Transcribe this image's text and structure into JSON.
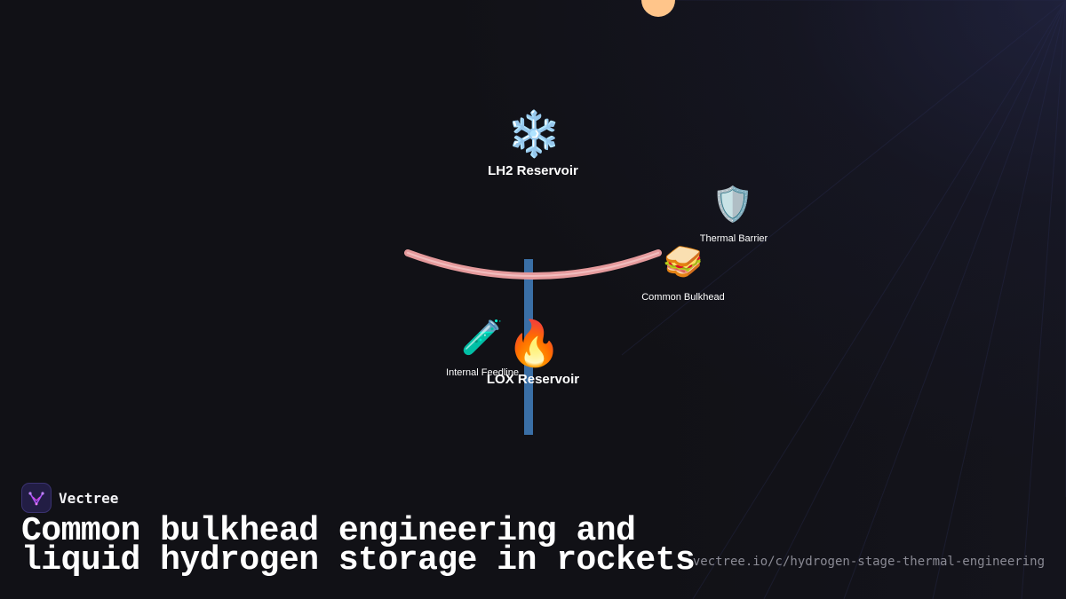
{
  "diagram": {
    "nodes": {
      "lh2": {
        "icon": "❄️",
        "icon_name": "snowflake-icon",
        "label": "LH2 Reservoir"
      },
      "lox": {
        "icon": "🔥",
        "icon_name": "fire-icon",
        "label": "LOX Reservoir"
      },
      "thermal_barrier": {
        "icon": "🛡️",
        "icon_name": "shield-icon",
        "label": "Thermal Barrier"
      },
      "common_bulkhead": {
        "icon": "🥪",
        "icon_name": "sandwich-icon",
        "label": "Common Bulkhead"
      },
      "internal_feedline": {
        "icon": "🧪",
        "icon_name": "test-tube-icon",
        "label": "Internal Feedline"
      }
    },
    "colors": {
      "bulkhead": "#e59a9c",
      "feedline": "#3a6fa6",
      "sun": "#ffc58a",
      "background": "#111116"
    }
  },
  "footer": {
    "brand": "Vectree",
    "brand_icon": "vectree-logo-icon",
    "title_line1": "Common bulkhead engineering and",
    "title_line2": "liquid hydrogen storage in rockets",
    "url": "vectree.io/c/hydrogen-stage-thermal-engineering"
  }
}
